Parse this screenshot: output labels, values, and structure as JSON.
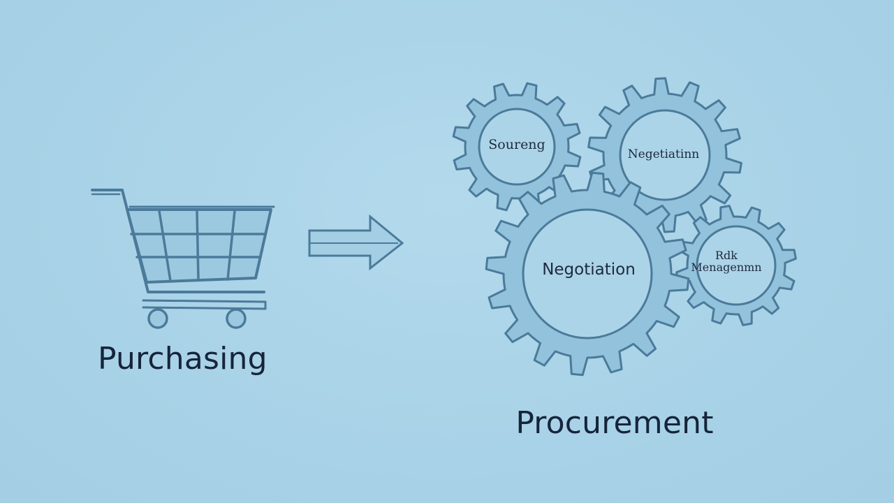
{
  "diagram": {
    "left": {
      "caption": "Purchasing",
      "icon": "shopping-cart-icon"
    },
    "arrow": {
      "icon": "right-arrow-icon"
    },
    "right": {
      "caption": "Procurement",
      "gears": [
        {
          "id": "sourcing",
          "label": "Soureng"
        },
        {
          "id": "negotiation-top",
          "label": "Negetiatinn"
        },
        {
          "id": "negotiation-main",
          "label": "Negotiation"
        },
        {
          "id": "risk-management",
          "label": "Rdk\nMenagenmn"
        }
      ]
    },
    "colors": {
      "background": "#a9d3e8",
      "gear_fill": "#93c2dc",
      "gear_stroke": "#4b7a9a",
      "ink": "#16243a"
    }
  }
}
